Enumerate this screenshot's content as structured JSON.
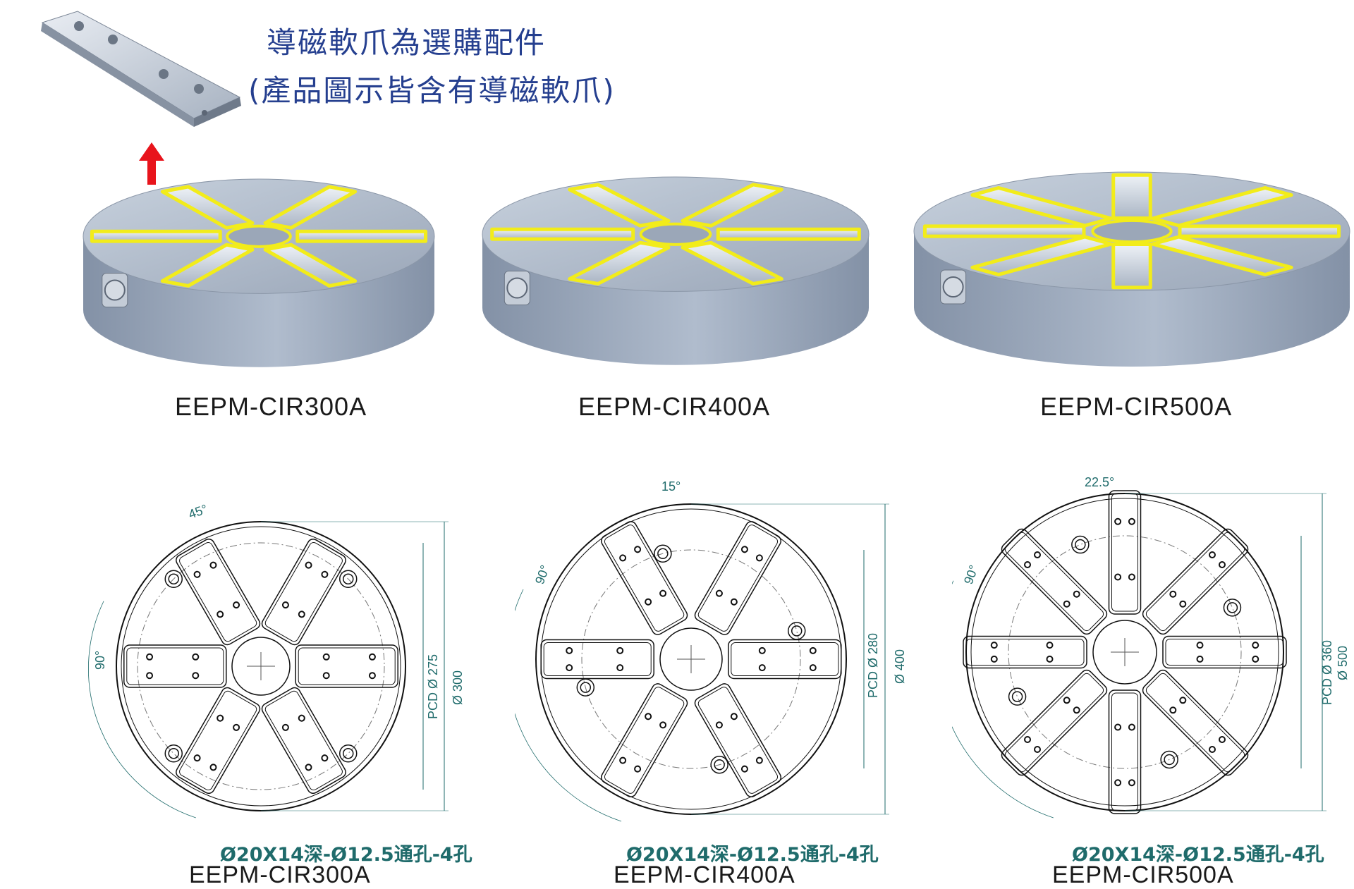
{
  "note": {
    "line1": "導磁軟爪為選購配件",
    "line2": "(產品圖示皆含有導磁軟爪)"
  },
  "products": [
    {
      "model": "EEPM-CIR300A",
      "angle": "45°",
      "right_angle": "90°",
      "pcd_label": "PCD Ø 275",
      "dia_label": "Ø 300",
      "hole_note": "Ø20X14深-Ø12.5通孔-4孔",
      "drawing_model": "EEPM-CIR300A"
    },
    {
      "model": "EEPM-CIR400A",
      "angle": "15°",
      "right_angle": "90°",
      "pcd_label": "PCD Ø 280",
      "dia_label": "Ø 400",
      "hole_note": "Ø20X14深-Ø12.5通孔-4孔",
      "drawing_model": "EEPM-CIR400A"
    },
    {
      "model": "EEPM-CIR500A",
      "angle": "22.5°",
      "right_angle": "90°",
      "pcd_label": "PCD Ø 360",
      "dia_label": "Ø 500",
      "hole_note": "Ø20X14深-Ø12.5通孔-4孔",
      "drawing_model": "EEPM-CIR500A"
    }
  ],
  "colors": {
    "note_text": "#253f8f",
    "arrow": "#e8141c",
    "accent_yellow": "#f2ec1a",
    "dimension": "#1f6b6b",
    "metal": "#9aa6b8"
  }
}
